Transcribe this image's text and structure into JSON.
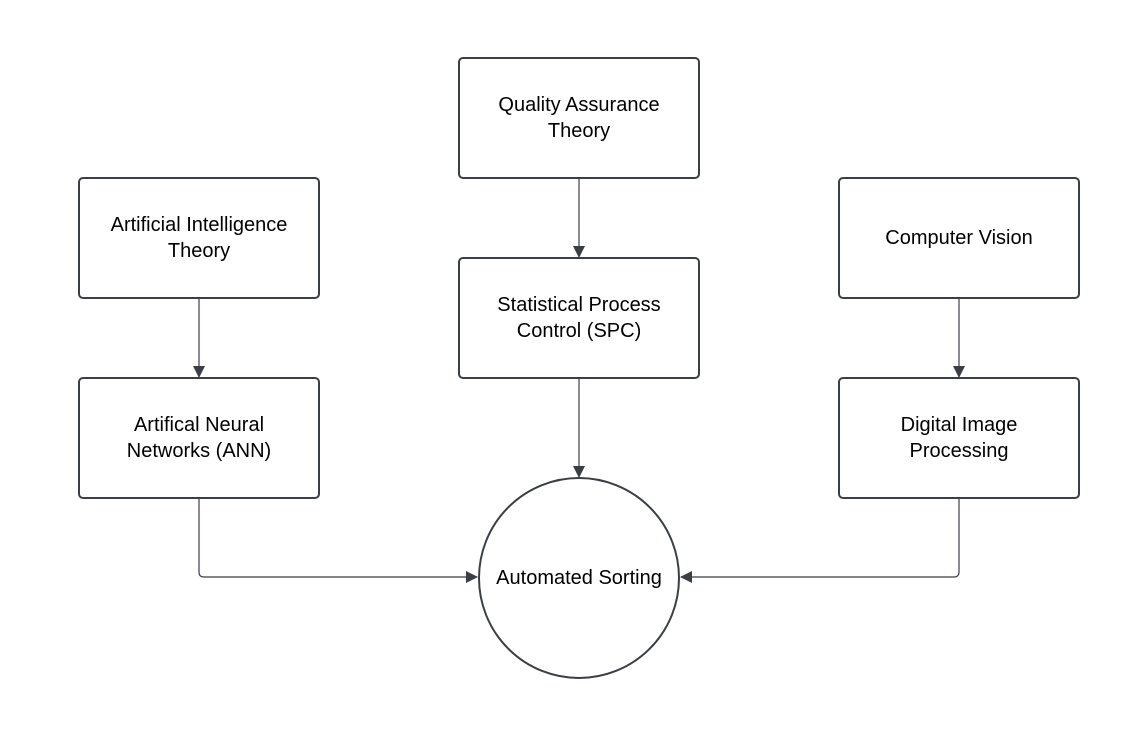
{
  "diagram": {
    "nodes": {
      "quality_assurance": {
        "label": "Quality Assurance\nTheory"
      },
      "ai_theory": {
        "label": "Artificial Intelligence\nTheory"
      },
      "computer_vision": {
        "label": "Computer Vision"
      },
      "spc": {
        "label": "Statistical Process\nControl (SPC)"
      },
      "ann": {
        "label": "Artifical Neural\nNetworks (ANN)"
      },
      "digital_image": {
        "label": "Digital Image\nProcessing"
      },
      "automated_sorting": {
        "label": "Automated Sorting"
      }
    },
    "edges": [
      {
        "from": "Quality Assurance Theory",
        "to": "Statistical Process Control (SPC)"
      },
      {
        "from": "Artificial Intelligence Theory",
        "to": "Artifical Neural Networks (ANN)"
      },
      {
        "from": "Computer Vision",
        "to": "Digital Image Processing"
      },
      {
        "from": "Statistical Process Control (SPC)",
        "to": "Automated Sorting"
      },
      {
        "from": "Artifical Neural Networks (ANN)",
        "to": "Automated Sorting"
      },
      {
        "from": "Digital Image Processing",
        "to": "Automated Sorting"
      }
    ],
    "colors": {
      "stroke": "#3a3f47",
      "text": "#000000",
      "background": "#ffffff"
    }
  }
}
